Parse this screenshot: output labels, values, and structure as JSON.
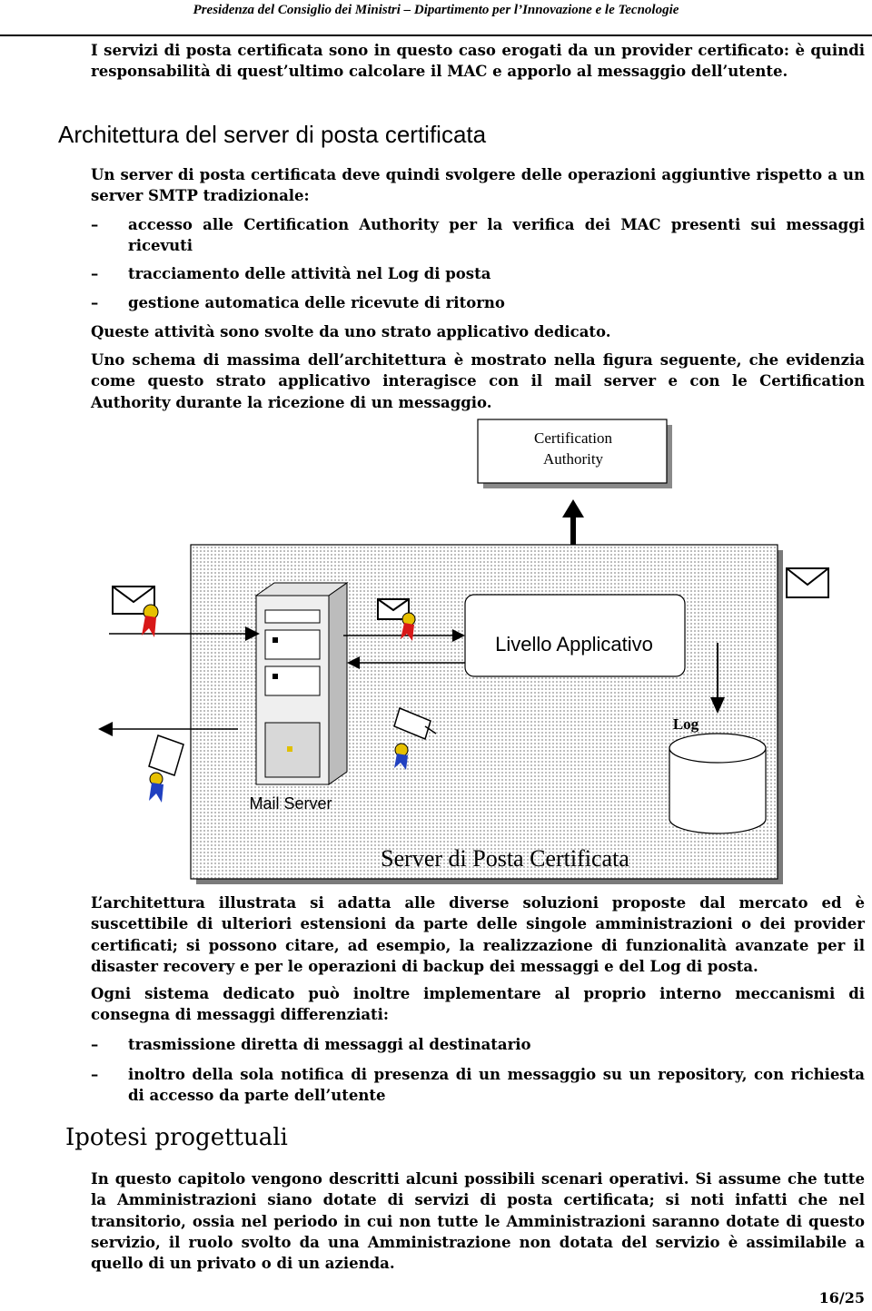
{
  "header": "Presidenza del Consiglio dei Ministri – Dipartimento per l’Innovazione e le Tecnologie",
  "intro": "I servizi di posta certificata sono in questo caso erogati da un provider certificato: è quindi responsabilità di quest’ultimo calcolare il MAC e apporlo al messaggio dell’utente.",
  "section1_title": "Architettura del server di posta certificata",
  "para1": "Un server di posta certificata deve quindi svolgere delle operazioni aggiuntive rispetto a un server SMTP tradizionale:",
  "bullets1": [
    "accesso alle Certification Authority per la verifica dei MAC presenti sui messaggi ricevuti",
    "tracciamento delle attività nel Log di posta",
    "gestione automatica delle ricevute di ritorno"
  ],
  "bullet_dash": "–",
  "para2": "Queste attività sono svolte da uno strato applicativo dedicato.",
  "para3": "Uno schema di massima dell’architettura è mostrato nella figura seguente, che evidenzia come questo strato applicativo interagisce con il mail server e con le Certification Authority durante la ricezione di un messaggio.",
  "diagram": {
    "ca_line1": "Certification",
    "ca_line2": "Authority",
    "app_layer": "Livello Applicativo",
    "log": "Log",
    "mail_server": "Mail Server",
    "container": "Server di Posta Certificata"
  },
  "para4": "L’architettura illustrata si adatta alle diverse soluzioni proposte dal mercato ed è suscettibile di ulteriori estensioni da parte delle singole amministrazioni o dei provider certificati; si possono citare, ad esempio, la realizzazione di funzionalità avanzate per il disaster recovery e per le operazioni di backup dei messaggi e del Log di posta.",
  "para5": "Ogni sistema dedicato può inoltre implementare al proprio interno meccanismi di consegna di messaggi differenziati:",
  "bullets2": [
    "trasmissione diretta di messaggi al destinatario",
    "inoltro della sola notifica di presenza di un messaggio su un repository, con richiesta di accesso da parte dell’utente"
  ],
  "section2_title": "Ipotesi progettuali",
  "para6": "In questo capitolo vengono descritti alcuni possibili scenari operativi. Si assume che tutte la Amministrazioni siano dotate di servizi di posta certificata; si noti infatti che nel transitorio, ossia nel periodo in cui non tutte le Amministrazioni saranno dotate di questo servizio, il ruolo svolto da una Amministrazione non dotata del servizio è assimilabile a quello di un privato o di un azienda.",
  "page_number": "16/25"
}
